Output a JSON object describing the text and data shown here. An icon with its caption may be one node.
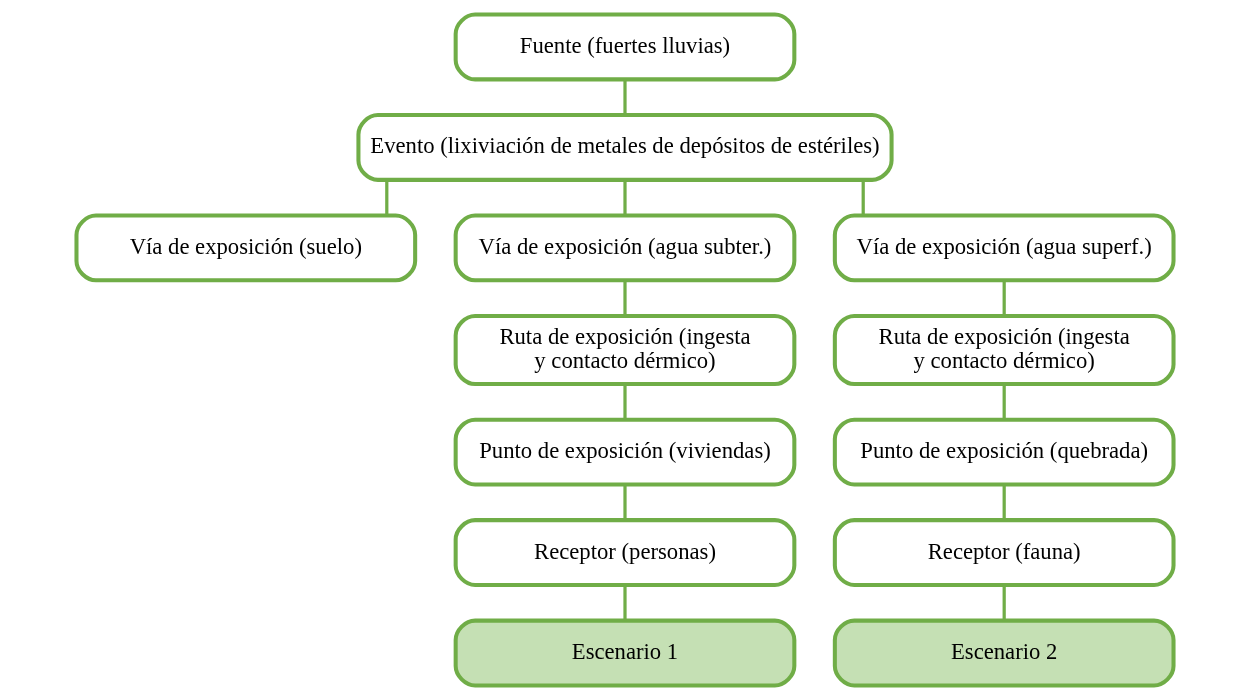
{
  "diagram": {
    "nodes": [
      {
        "text": [
          "Fuente (fuertes lluvias)"
        ]
      },
      {
        "text": [
          "Evento (lixiviación de metales de depósitos de estériles)"
        ]
      },
      {
        "text": [
          "Vía de exposición (suelo)"
        ]
      },
      {
        "text": [
          "Vía de exposición (agua subter.)"
        ]
      },
      {
        "text": [
          "Vía de exposición (agua superf.)"
        ]
      },
      {
        "text": [
          "Ruta de exposición (ingesta y contacto dérmico)"
        ]
      },
      {
        "text": [
          "Ruta de exposición (ingesta y contacto dérmico)"
        ]
      },
      {
        "text": [
          "Punto de exposición (viviendas)"
        ]
      },
      {
        "text": [
          "Punto de exposición (quebrada)"
        ]
      },
      {
        "text": [
          "Receptor (personas)"
        ]
      },
      {
        "text": [
          "Receptor (fauna)"
        ]
      },
      {
        "text": [
          "Escenario 1"
        ]
      },
      {
        "text": [
          "Escenario 2"
        ]
      }
    ],
    "edges": [
      {
        "from": 0,
        "to": 1,
        "arrow": "none"
      },
      {
        "from": 1,
        "to": 2,
        "arrow": "none"
      },
      {
        "from": 1,
        "to": 3,
        "arrow": "none"
      },
      {
        "from": 1,
        "to": 4,
        "arrow": "none"
      },
      {
        "from": 3,
        "to": 5,
        "arrow": "none"
      },
      {
        "from": 5,
        "to": 7,
        "arrow": "none"
      },
      {
        "from": 7,
        "to": 9,
        "arrow": "none"
      },
      {
        "from": 9,
        "to": 11,
        "arrow": "none"
      },
      {
        "from": 4,
        "to": 6,
        "arrow": "none"
      },
      {
        "from": 6,
        "to": 8,
        "arrow": "none"
      },
      {
        "from": 8,
        "to": 10,
        "arrow": "none"
      },
      {
        "from": 10,
        "to": 12,
        "arrow": "none"
      }
    ]
  }
}
